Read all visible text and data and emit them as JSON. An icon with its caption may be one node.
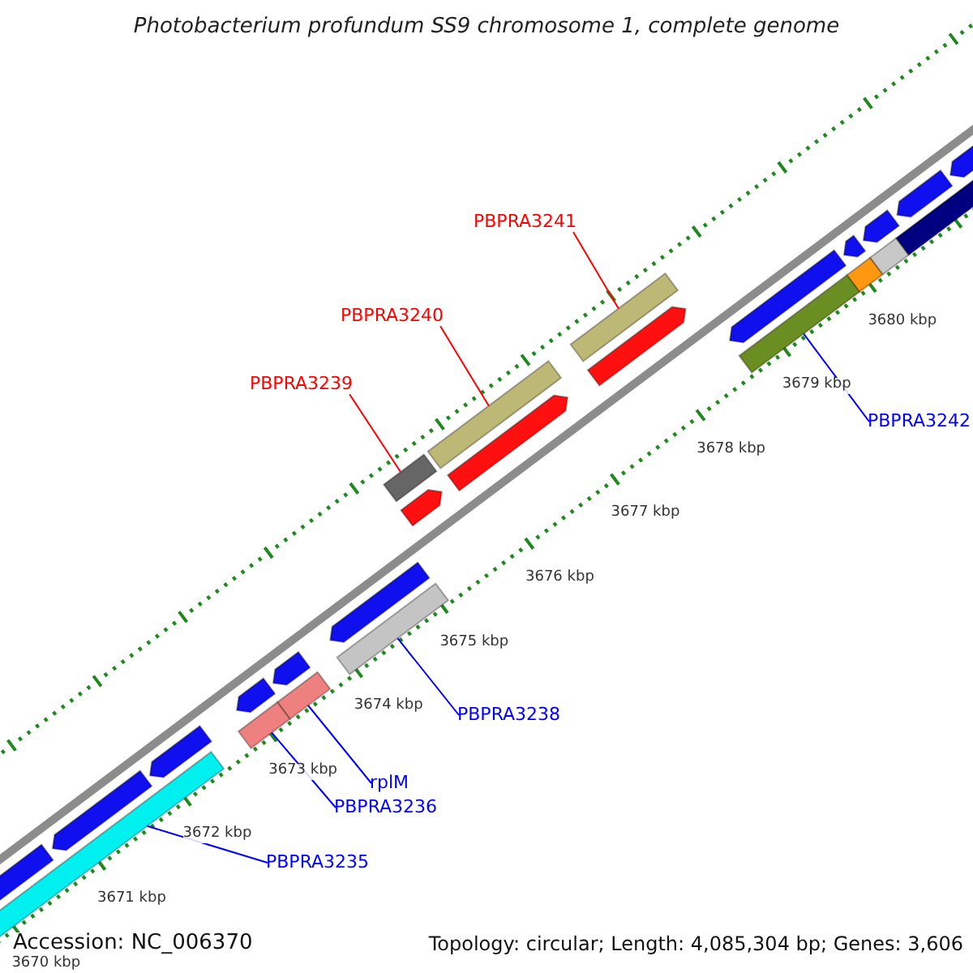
{
  "diagram": {
    "title": "Photobacterium profundum SS9 chromosome 1, complete genome",
    "nodes": [
      {
        "text": [
          "PBPRA3241"
        ]
      },
      {
        "text": [
          "PBPRA3240"
        ]
      },
      {
        "text": [
          "PBPRA3239"
        ]
      },
      {
        "text": [
          "PBPRA3242"
        ]
      },
      {
        "text": [
          "PBPRA3238"
        ]
      },
      {
        "text": [
          "rplM"
        ]
      },
      {
        "text": [
          "PBPRA3236"
        ]
      },
      {
        "text": [
          "PBPRA3235"
        ]
      },
      {
        "text": [],
        "shape": "bar"
      },
      {
        "text": [],
        "shape": "bar"
      },
      {
        "text": [],
        "shape": "bar"
      },
      {
        "text": [],
        "shape": "bar"
      },
      {
        "text": [],
        "shape": "bar"
      },
      {
        "text": [],
        "shape": "bar"
      },
      {
        "text": [],
        "shape": "bar"
      },
      {
        "text": [],
        "shape": "bar"
      }
    ],
    "edges": [
      {
        "from": 0,
        "to": 8,
        "arrow": "none",
        "color": "#ff0000"
      },
      {
        "from": 1,
        "to": 9,
        "arrow": "none",
        "color": "#ff0000"
      },
      {
        "from": 2,
        "to": 10,
        "arrow": "none",
        "color": "#ff0000"
      },
      {
        "from": 3,
        "to": 11,
        "arrow": "none"
      },
      {
        "from": 4,
        "to": 12,
        "arrow": "none"
      },
      {
        "from": 5,
        "to": 13,
        "arrow": "none"
      },
      {
        "from": 6,
        "to": 14,
        "arrow": "none"
      },
      {
        "from": 7,
        "to": 15,
        "arrow": "none"
      }
    ],
    "labels": [
      "3680 kbp",
      "3679 kbp",
      "3678 kbp",
      "3677 kbp",
      "3676 kbp",
      "3675 kbp",
      "3674 kbp",
      "3673 kbp",
      "3672 kbp",
      "3671 kbp",
      "3670 kbp",
      "Accession: NC_006370",
      "Topology: circular; Length: 4,085,304 bp; Genes: 3,606"
    ]
  }
}
